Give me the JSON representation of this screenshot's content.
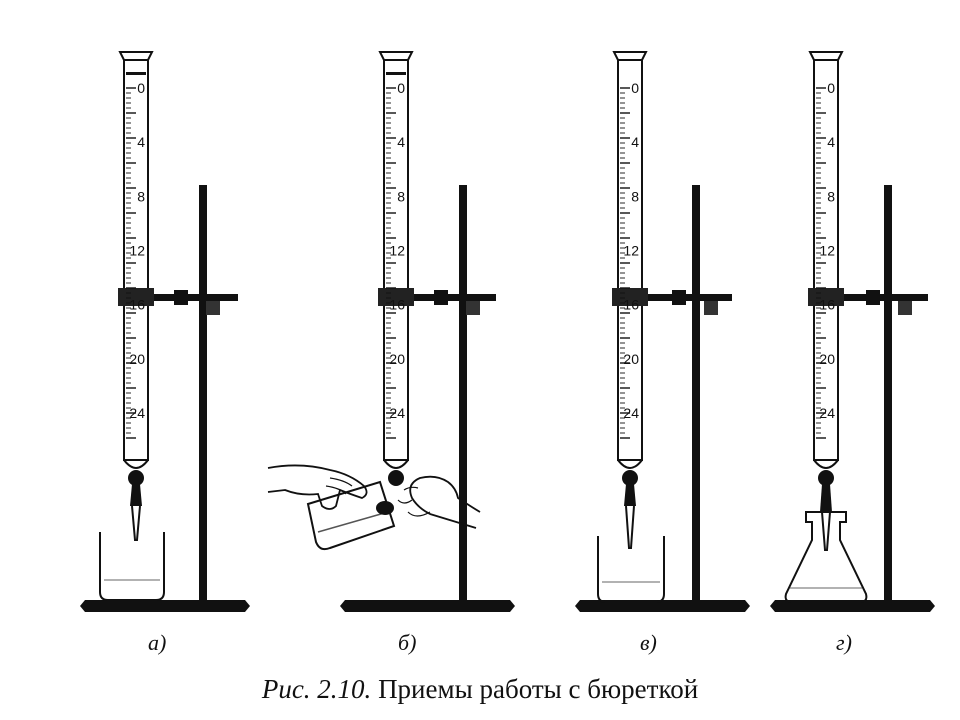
{
  "panels": [
    {
      "label": "а)",
      "scale_marks": [
        "0",
        "4",
        "8",
        "12",
        "16",
        "20",
        "24"
      ]
    },
    {
      "label": "б)",
      "scale_marks": [
        "0",
        "4",
        "8",
        "12",
        "16",
        "20",
        "24"
      ]
    },
    {
      "label": "в)",
      "scale_marks": [
        "0",
        "4",
        "8",
        "12",
        "16",
        "20",
        "24"
      ]
    },
    {
      "label": "г)",
      "scale_marks": [
        "0",
        "4",
        "8",
        "12",
        "16",
        "20",
        "24"
      ]
    }
  ],
  "caption": {
    "number": "Рис. 2.10.",
    "text": "Приемы работы с бюреткой"
  }
}
